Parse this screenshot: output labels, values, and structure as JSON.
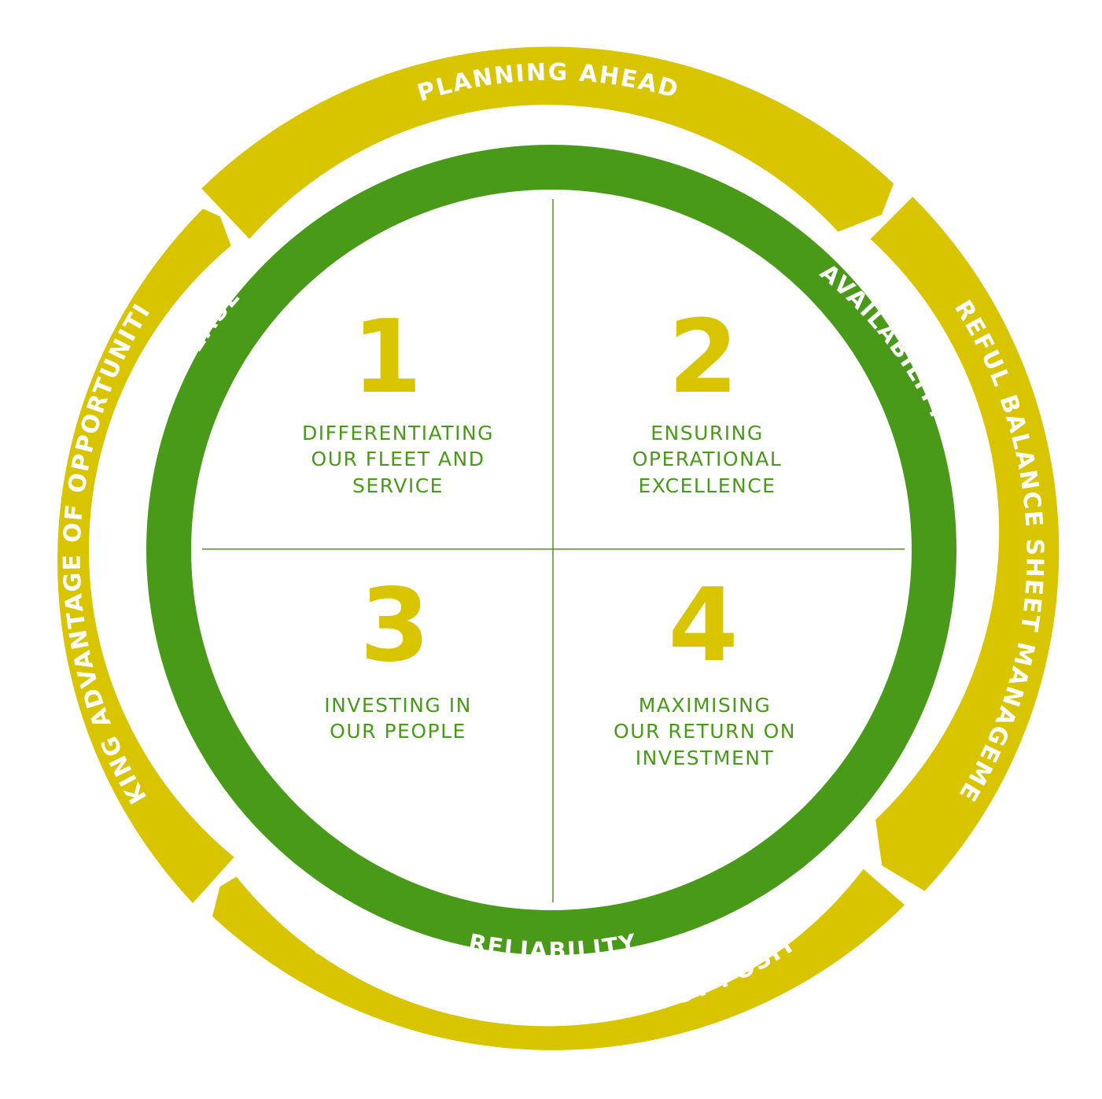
{
  "colors": {
    "outer_ring": "#d9c400",
    "inner_ring": "#4a9a1a",
    "number": "#d9c400",
    "description": "#4a9a1a",
    "divider": "#4a9a1a",
    "ring_text": "#ffffff"
  },
  "outer_ring": {
    "segments": [
      {
        "id": "top",
        "label": "PLANNING AHEAD"
      },
      {
        "id": "right",
        "label": "CAREFUL BALANCE SHEET MANAGEMENT"
      },
      {
        "id": "bottom",
        "label": "ADAPTING OUR FLEET AND COST POSITION"
      },
      {
        "id": "left",
        "label": "TAKING ADVANTAGE OF OPPORTUNITIES"
      }
    ]
  },
  "inner_ring": {
    "labels": [
      {
        "id": "ease",
        "label": "EASE"
      },
      {
        "id": "availability",
        "label": "AVAILABILITY"
      },
      {
        "id": "reliability",
        "label": "RELIABILITY"
      }
    ]
  },
  "quadrants": [
    {
      "number": "1",
      "lines": [
        "DIFFERENTIATING",
        "OUR FLEET AND",
        "SERVICE"
      ]
    },
    {
      "number": "2",
      "lines": [
        "ENSURING",
        "OPERATIONAL",
        "EXCELLENCE"
      ]
    },
    {
      "number": "3",
      "lines": [
        "INVESTING IN",
        "OUR PEOPLE"
      ]
    },
    {
      "number": "4",
      "lines": [
        "MAXIMISING",
        "OUR RETURN ON",
        "INVESTMENT"
      ]
    }
  ]
}
